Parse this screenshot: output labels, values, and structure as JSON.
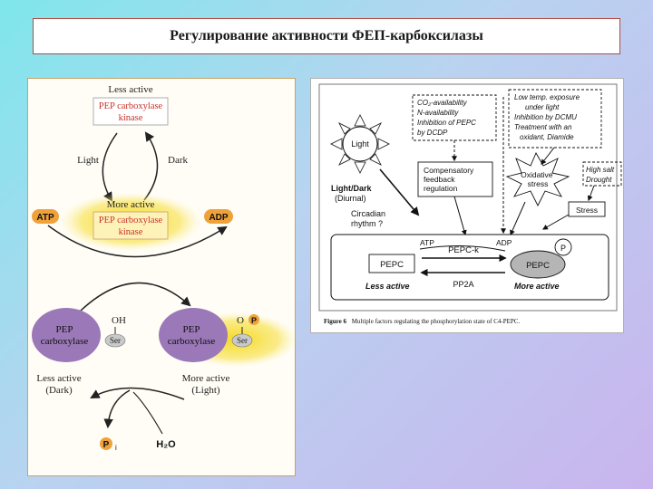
{
  "title": "Регулирование активности ФЕП-карбоксилазы",
  "left_diagram": {
    "less_active_top": "Less active",
    "kinase_top_1": "PEP carboxylase",
    "kinase_top_2": "kinase",
    "light": "Light",
    "dark": "Dark",
    "more_active_mid": "More active",
    "kinase_mid_1": "PEP carboxylase",
    "kinase_mid_2": "kinase",
    "atp": "ATP",
    "adp": "ADP",
    "pepc_left_1": "PEP",
    "pepc_left_2": "carboxylase",
    "pepc_right_1": "PEP",
    "pepc_right_2": "carboxylase",
    "oh": "OH",
    "ser_left": "Ser",
    "ser_right": "Ser",
    "o_label": "O",
    "p_label": "P",
    "less_active_bottom": "Less active",
    "dark_bottom": "(Dark)",
    "more_active_bottom": "More active",
    "light_bottom": "(Light)",
    "pi_p": "P",
    "pi_i": "i",
    "h2o": "H₂O"
  },
  "right_diagram": {
    "light_sun": "Light",
    "co2_lines": [
      "CO₂-availability",
      "N-availability",
      "Inhibition of PEPC",
      "by DCDP"
    ],
    "lowtemp_lines": [
      "Low temp. exposure",
      "under light",
      "Inhibition by DCMU",
      "Treatment with an",
      "oxidant, Diamide"
    ],
    "feedback_lines": [
      "Compensatory",
      "feedback",
      "regulation"
    ],
    "oxidative_lines": [
      "Oxidative",
      "stress"
    ],
    "salt_lines": [
      "High salt",
      "Drought"
    ],
    "lightdark_lines": [
      "Light/Dark",
      "(Diurnal)"
    ],
    "circadian_lines": [
      "Circadian",
      "rhythm ?"
    ],
    "stress": "Stress",
    "atp": "ATP",
    "pepck": "PEPC-k",
    "adp": "ADP",
    "p": "P",
    "pepc_left": "PEPC",
    "pepc_right": "PEPC",
    "less_active": "Less active",
    "pp2a": "PP2A",
    "more_active": "More active",
    "caption_bold": "Figure 6",
    "caption_text": "Multiple factors regulating the phosphorylation state of C4-PEPC."
  },
  "colors": {
    "title_border": "#b24a3a",
    "kinase_text": "#c8322a",
    "glow": "#f5d91e",
    "badge_orange": "#f0a23a",
    "pepc_purple": "#9b78b8",
    "ser_gray": "#c9c9c9"
  }
}
